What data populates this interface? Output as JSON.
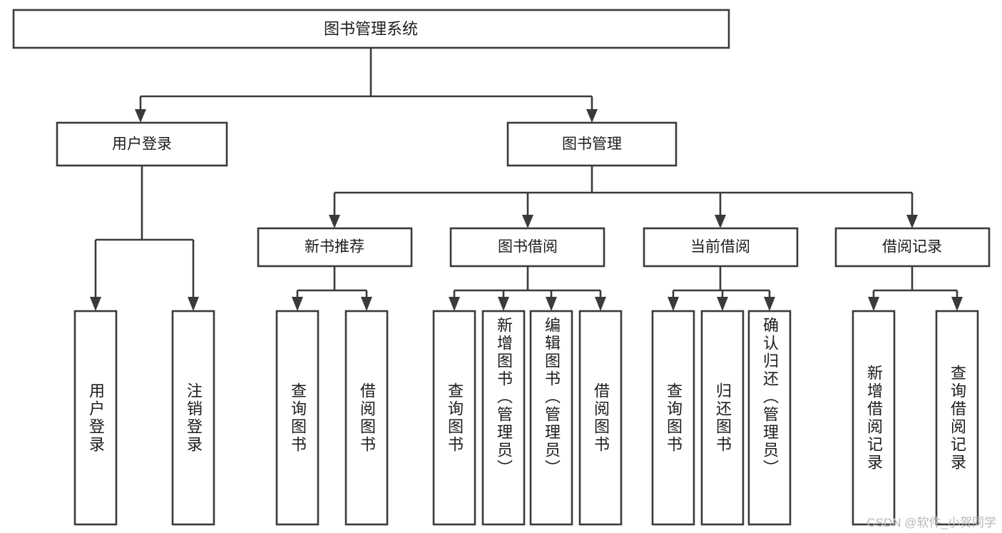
{
  "diagram": {
    "type": "hierarchy-tree",
    "title_node": {
      "label": "图书管理系统"
    },
    "level2": [
      {
        "id": "user-login",
        "label": "用户登录"
      },
      {
        "id": "book-manage",
        "label": "图书管理"
      }
    ],
    "level3": [
      {
        "id": "new-book-recommend",
        "label": "新书推荐"
      },
      {
        "id": "book-borrow",
        "label": "图书借阅"
      },
      {
        "id": "current-borrow",
        "label": "当前借阅"
      },
      {
        "id": "borrow-record",
        "label": "借阅记录"
      }
    ],
    "leaves": {
      "user_login": [
        {
          "id": "leaf-user-login",
          "label": "用户登录"
        },
        {
          "id": "leaf-logout-login",
          "label": "注销登录"
        }
      ],
      "new_book_recommend": [
        {
          "id": "leaf-query-book-1",
          "label": "查询图书"
        },
        {
          "id": "leaf-borrow-book-1",
          "label": "借阅图书"
        }
      ],
      "book_borrow": [
        {
          "id": "leaf-query-book-2",
          "label": "查询图书"
        },
        {
          "id": "leaf-add-book",
          "label": "新增图书（管理员）"
        },
        {
          "id": "leaf-edit-book",
          "label": "编辑图书（管理员）"
        },
        {
          "id": "leaf-borrow-book-2",
          "label": "借阅图书"
        }
      ],
      "current_borrow": [
        {
          "id": "leaf-query-book-3",
          "label": "查询图书"
        },
        {
          "id": "leaf-return-book",
          "label": "归还图书"
        },
        {
          "id": "leaf-confirm-return",
          "label": "确认归还（管理员）"
        }
      ],
      "borrow_record": [
        {
          "id": "leaf-add-record",
          "label": "新增借阅记录"
        },
        {
          "id": "leaf-query-record",
          "label": "查询借阅记录"
        }
      ]
    }
  },
  "watermark": {
    "text": "CSDN @软件_小贺同学"
  },
  "colors": {
    "stroke": "#3a3a3a",
    "fill": "#ffffff",
    "text": "#1c1c1c",
    "watermark": "#b9b9b9"
  }
}
